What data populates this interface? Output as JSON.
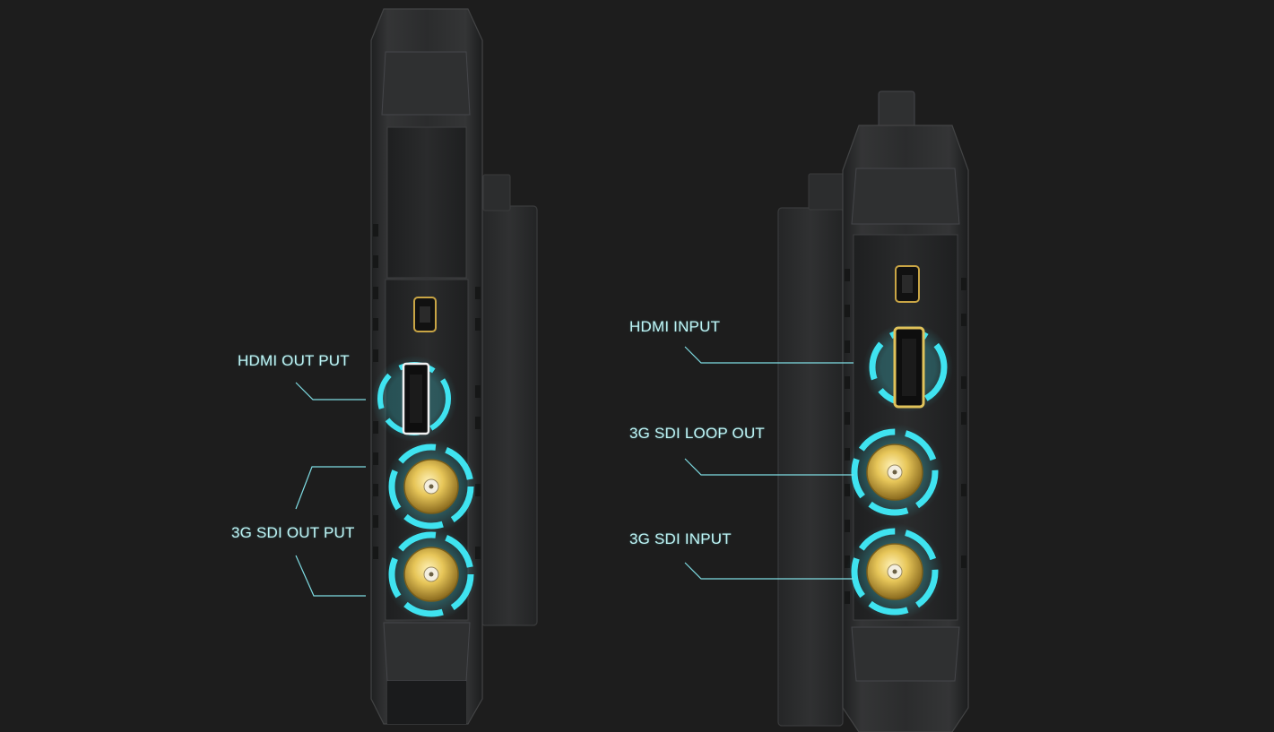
{
  "colors": {
    "background": "#1d1d1d",
    "device_body": "#2a2a2b",
    "device_edge": "#3a3b3c",
    "accent_glow": "#3fe3f0",
    "connector_gold": "#d9b64a",
    "label_text": "#bff6f7",
    "leader_line": "#7fdde4"
  },
  "left_device": {
    "labels": {
      "hdmi_output": "HDMI OUT PUT",
      "sdi_output": "3G SDI OUT PUT"
    }
  },
  "right_device": {
    "labels": {
      "hdmi_input": "HDMI INPUT",
      "sdi_loop_out": "3G SDI LOOP OUT",
      "sdi_input": "3G SDI INPUT"
    }
  }
}
